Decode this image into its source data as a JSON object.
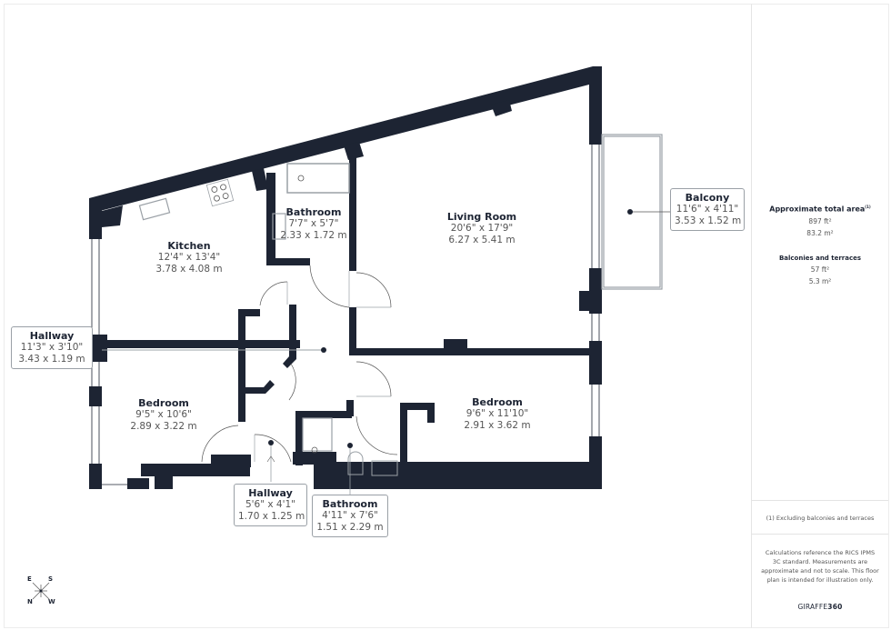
{
  "rooms": {
    "kitchen": {
      "name": "Kitchen",
      "imperial": "12'4\" x 13'4\"",
      "metric": "3.78 x 4.08 m"
    },
    "bathroom_top": {
      "name": "Bathroom",
      "imperial": "7'7\" x 5'7\"",
      "metric": "2.33 x 1.72 m"
    },
    "living_room": {
      "name": "Living Room",
      "imperial": "20'6\" x 17'9\"",
      "metric": "6.27 x 5.41 m"
    },
    "bedroom_left": {
      "name": "Bedroom",
      "imperial": "9'5\" x 10'6\"",
      "metric": "2.89 x 3.22 m"
    },
    "bedroom_right": {
      "name": "Bedroom",
      "imperial": "9'6\" x 11'10\"",
      "metric": "2.91 x 3.62 m"
    }
  },
  "callouts": {
    "hallway_left": {
      "name": "Hallway",
      "imperial": "11'3\" x 3'10\"",
      "metric": "3.43 x 1.19 m"
    },
    "hallway_bottom": {
      "name": "Hallway",
      "imperial": "5'6\" x 4'1\"",
      "metric": "1.70 x 1.25 m"
    },
    "bathroom_bottom": {
      "name": "Bathroom",
      "imperial": "4'11\" x 7'6\"",
      "metric": "1.51 x 2.29 m"
    },
    "balcony": {
      "name": "Balcony",
      "imperial": "11'6\" x 4'11\"",
      "metric": "3.53 x 1.52 m"
    }
  },
  "compass": {
    "e": "E",
    "s": "S",
    "n": "N",
    "w": "W"
  },
  "sidebar": {
    "total_area_title": "Approximate total area",
    "total_area_footnote": "(1)",
    "total_area_ft": "897 ft²",
    "total_area_m": "83.2 m²",
    "balconies_title": "Balconies and terraces",
    "balconies_ft": "57 ft²",
    "balconies_m": "5.3 m²",
    "footnote": "(1) Excluding balconies and terraces",
    "disclaimer": "Calculations reference the RICS IPMS 3C standard. Measurements are approximate and not to scale. This floor plan is intended for illustration only.",
    "brand_light": "GIRAFFE",
    "brand_bold": "360"
  },
  "colors": {
    "wall": "#1d2433",
    "line": "#9aa0a6"
  }
}
